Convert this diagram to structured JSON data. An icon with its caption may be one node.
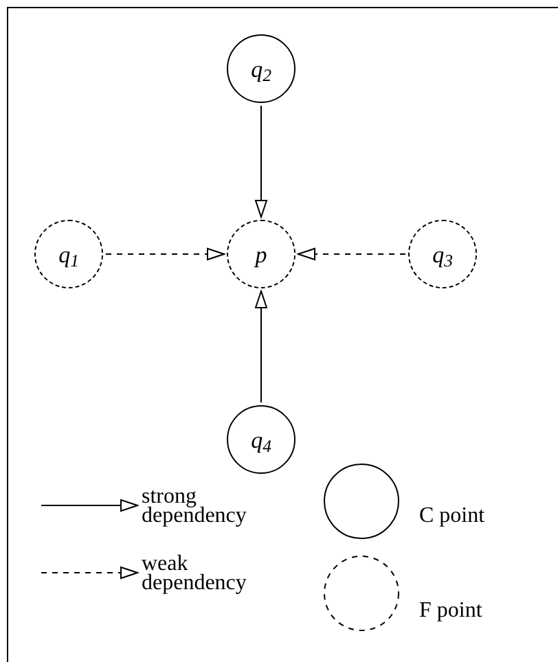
{
  "diagram": {
    "nodes": [
      {
        "text": [
          "q$_{2}$"
        ]
      },
      {
        "text": [
          "q$_{1}$"
        ]
      },
      {
        "text": [
          "p"
        ]
      },
      {
        "text": [
          "q$_{3}$"
        ]
      },
      {
        "text": [
          "q$_{4}$"
        ]
      }
    ],
    "edges": [
      {
        "from": 0,
        "to": 2,
        "arrow": "to"
      },
      {
        "from": 1,
        "to": 2,
        "arrow": "to",
        "style": "dashed"
      },
      {
        "from": 3,
        "to": 2,
        "arrow": "to",
        "style": "dashed"
      },
      {
        "from": 4,
        "to": 2,
        "arrow": "to"
      }
    ],
    "legend": [
      {
        "text": "strong dependency"
      },
      {
        "text": "weak dependency"
      },
      {
        "text": "C point"
      },
      {
        "text": "F point"
      }
    ]
  }
}
